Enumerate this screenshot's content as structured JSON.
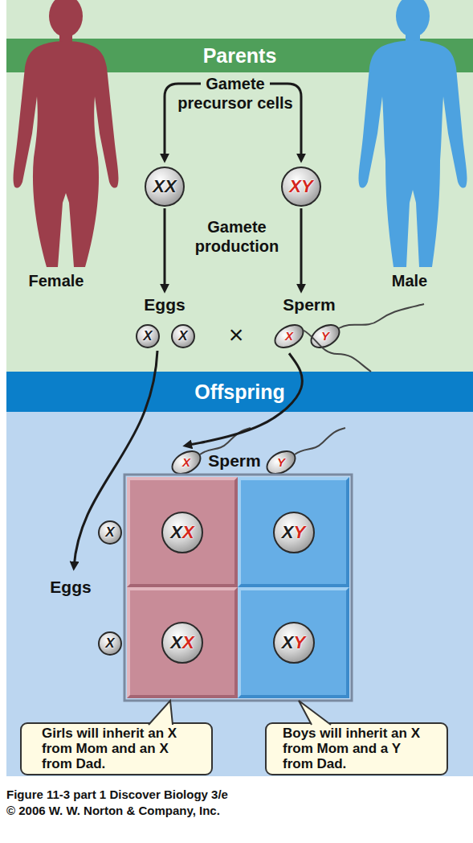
{
  "diagram": {
    "caption": "Figure 11-3 part 1 Discover Biology 3/e",
    "nodes": [
      {
        "text": [
          "Parents"
        ]
      },
      {
        "text": [
          "XX"
        ],
        "in": 0
      },
      {
        "text": [
          "XY"
        ],
        "in": 0
      },
      {
        "text": [
          "X"
        ],
        "in": 0
      },
      {
        "text": [
          "X"
        ],
        "in": 0
      },
      {
        "text": [
          "X"
        ],
        "in": 0
      },
      {
        "text": [
          "Y"
        ],
        "in": 0
      },
      {
        "text": [
          "Offspring"
        ]
      },
      {
        "text": [
          "X"
        ],
        "in": 7
      },
      {
        "text": [
          "Y"
        ],
        "in": 7
      },
      {
        "text": [
          "X"
        ],
        "in": 7
      },
      {
        "text": [
          "X"
        ],
        "in": 7
      },
      {
        "text": [
          "XX"
        ],
        "in": 7
      },
      {
        "text": [
          "XY"
        ],
        "in": 7
      },
      {
        "text": [
          "XX"
        ],
        "in": 7
      },
      {
        "text": [
          "XY"
        ],
        "in": 7
      },
      {
        "text": [
          "Girls will inherit an X from Mom and an X from Dad."
        ],
        "in": 7
      },
      {
        "text": [
          "Boys will inherit an X from Mom and a Y from Dad."
        ],
        "in": 7
      }
    ],
    "edges": [
      {
        "from": 5,
        "to": 8,
        "arrow": "to"
      }
    ],
    "labels": [
      "Gamete precursor cells",
      "Gamete production",
      "Female",
      "Male",
      "Eggs",
      "Sperm",
      "×",
      "Sperm",
      "Eggs",
      "© 2006 W. W. Norton & Company, Inc."
    ]
  }
}
